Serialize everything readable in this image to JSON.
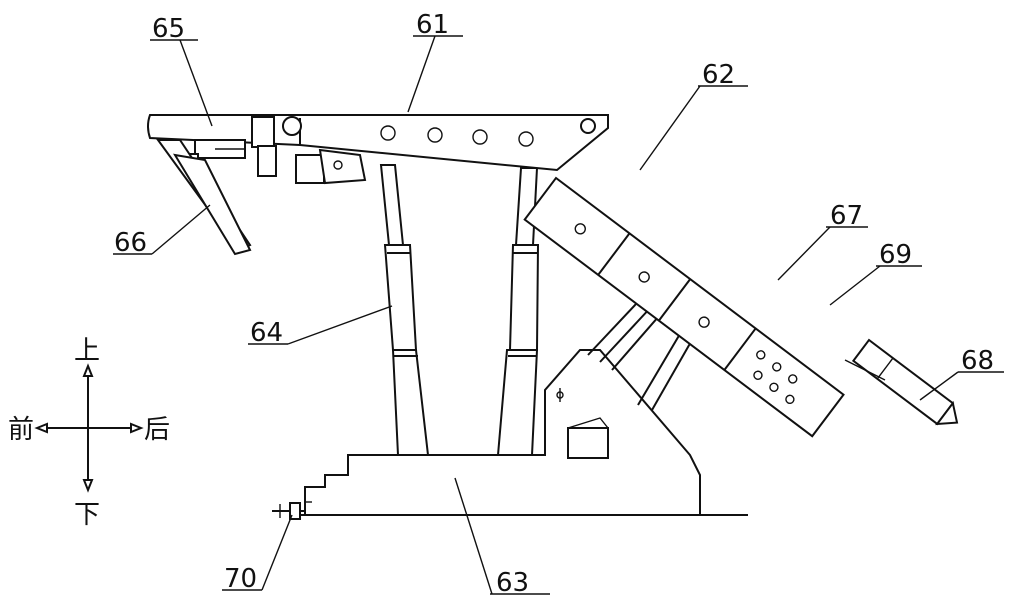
{
  "labels": {
    "l61": "61",
    "l62": "62",
    "l63": "63",
    "l64": "64",
    "l65": "65",
    "l66": "66",
    "l67": "67",
    "l68": "68",
    "l69": "69",
    "l70": "70"
  },
  "directions": {
    "up": "上",
    "down": "下",
    "front": "前",
    "back": "后"
  }
}
